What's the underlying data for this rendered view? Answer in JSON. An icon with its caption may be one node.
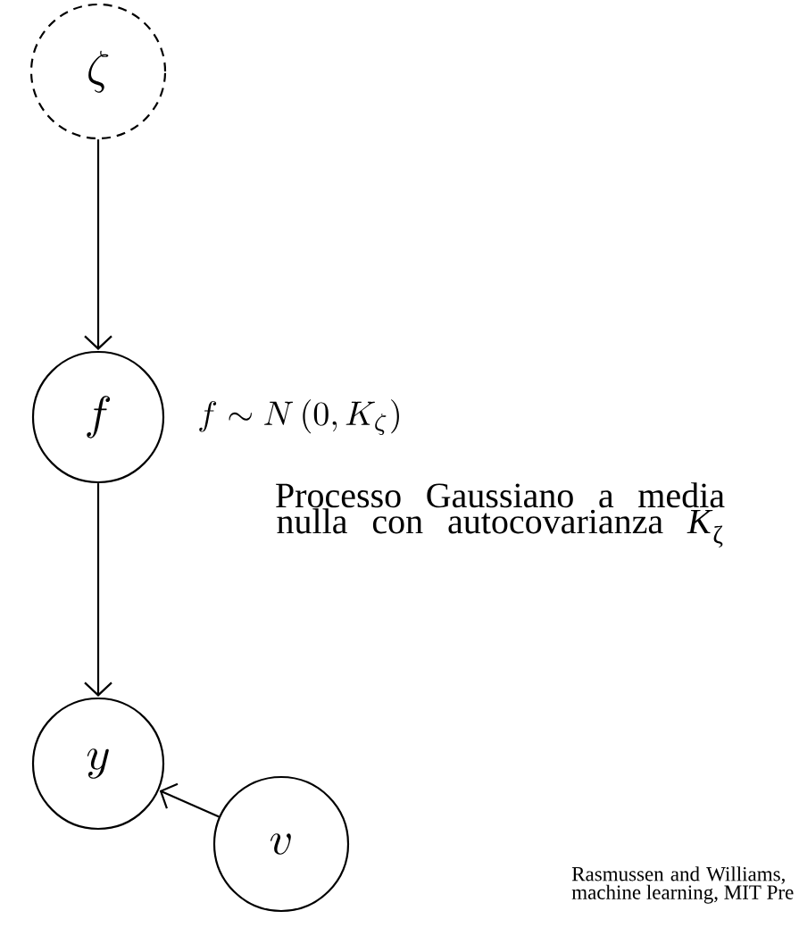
{
  "diagram": {
    "nodes": [
      {
        "text": [
          "\\zeta"
        ]
      },
      {
        "text": [
          "f"
        ],
        "beside": [
          "f \\sim N\\left(0, K_{\\zeta}\\right)",
          "Processo Gaussiano a media nulla con autocovarianza *K*$_{ζ}$"
        ]
      },
      {
        "text": [
          "y"
        ]
      },
      {
        "text": [
          "v"
        ]
      }
    ],
    "edges": [
      {
        "from": 0,
        "to": 1,
        "arrow": "to"
      },
      {
        "from": 1,
        "to": 2,
        "arrow": "to"
      },
      {
        "from": 3,
        "to": 2,
        "arrow": "to"
      }
    ],
    "labels": [
      "Rasmussen and Williams, machine learning, MIT Pre"
    ]
  }
}
